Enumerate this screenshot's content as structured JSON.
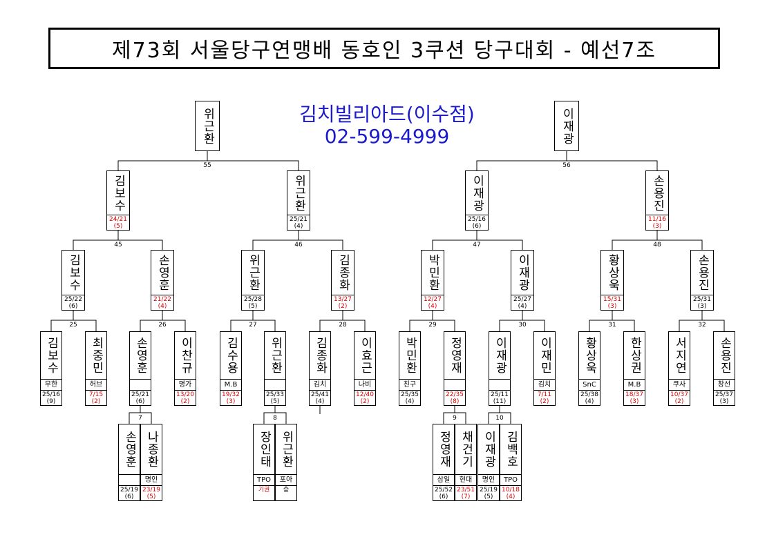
{
  "title": "제73회 서울당구연맹배 동호인 3쿠션 당구대회 - 예선7조",
  "sponsor": {
    "name": "김치빌리아드(이수점)",
    "phone": "02-599-4999"
  },
  "colors": {
    "sponsor": "#1a1acc",
    "loss_score": "#dd0000"
  },
  "finals": [
    {
      "id": "f1",
      "name": "위근환"
    },
    {
      "id": "f2",
      "name": "이재광"
    }
  ],
  "semis": [
    {
      "id": "s1",
      "name": "김보수",
      "score": "24/21",
      "seed": "(5)",
      "red": true
    },
    {
      "id": "s2",
      "name": "위근환",
      "score": "25/21",
      "seed": "(4)",
      "red": false
    },
    {
      "id": "s3",
      "name": "이재광",
      "score": "25/16",
      "seed": "(6)",
      "red": false
    },
    {
      "id": "s4",
      "name": "손용진",
      "score": "11/16",
      "seed": "(3)",
      "red": true
    }
  ],
  "quarters": [
    {
      "id": "q1",
      "name": "김보수",
      "score": "25/22",
      "seed": "(6)",
      "red": false
    },
    {
      "id": "q2",
      "name": "손영훈",
      "score": "21/22",
      "seed": "(4)",
      "red": true
    },
    {
      "id": "q3",
      "name": "위근환",
      "score": "25/28",
      "seed": "(5)",
      "red": false
    },
    {
      "id": "q4",
      "name": "김종화",
      "score": "13/27",
      "seed": "(2)",
      "red": true
    },
    {
      "id": "q5",
      "name": "박민환",
      "score": "12/27",
      "seed": "(4)",
      "red": true
    },
    {
      "id": "q6",
      "name": "이재광",
      "score": "25/27",
      "seed": "(4)",
      "red": false
    },
    {
      "id": "q7",
      "name": "황상욱",
      "score": "15/31",
      "seed": "(3)",
      "red": true
    },
    {
      "id": "q8",
      "name": "손용진",
      "score": "25/31",
      "seed": "(3)",
      "red": false
    }
  ],
  "round1": [
    {
      "id": "r1",
      "name": "김보수",
      "club": "무한",
      "score": "25/16",
      "seed": "(9)",
      "red": false
    },
    {
      "id": "r2",
      "name": "최중민",
      "club": "허브",
      "score": "7/15",
      "seed": "(2)",
      "red": true
    },
    {
      "id": "r3",
      "name": "손영훈",
      "club": "",
      "score": "25/21",
      "seed": "(6)",
      "red": false
    },
    {
      "id": "r4",
      "name": "이찬규",
      "club": "명가",
      "score": "13/20",
      "seed": "(2)",
      "red": true
    },
    {
      "id": "r5",
      "name": "김수용",
      "club": "M.B",
      "score": "19/32",
      "seed": "(3)",
      "red": true
    },
    {
      "id": "r6",
      "name": "위근환",
      "club": "",
      "score": "25/33",
      "seed": "(5)",
      "red": false
    },
    {
      "id": "r7",
      "name": "김종화",
      "club": "김치",
      "score": "25/41",
      "seed": "(4)",
      "red": false
    },
    {
      "id": "r8",
      "name": "이효근",
      "club": "나비",
      "score": "12/40",
      "seed": "(2)",
      "red": true
    },
    {
      "id": "r9",
      "name": "박민환",
      "club": "친구",
      "score": "25/35",
      "seed": "(4)",
      "red": false
    },
    {
      "id": "r10",
      "name": "정영재",
      "club": "",
      "score": "22/35",
      "seed": "(8)",
      "red": true
    },
    {
      "id": "r11",
      "name": "이재광",
      "club": "",
      "score": "25/11",
      "seed": "(11)",
      "red": false
    },
    {
      "id": "r12",
      "name": "이재민",
      "club": "김치",
      "score": "7/11",
      "seed": "(2)",
      "red": true
    },
    {
      "id": "r13",
      "name": "황상욱",
      "club": "SnC",
      "score": "25/38",
      "seed": "(4)",
      "red": false
    },
    {
      "id": "r14",
      "name": "한상권",
      "club": "M.B",
      "score": "18/37",
      "seed": "(3)",
      "red": true
    },
    {
      "id": "r15",
      "name": "서지연",
      "club": "쿠사",
      "score": "10/37",
      "seed": "(2)",
      "red": true
    },
    {
      "id": "r16",
      "name": "손용진",
      "club": "창선",
      "score": "25/37",
      "seed": "(3)",
      "red": false
    }
  ],
  "prelims": [
    {
      "id": "p1",
      "name": "손영훈",
      "club": "",
      "score": "25/19",
      "seed": "(6)",
      "red": false
    },
    {
      "id": "p2",
      "name": "나종환",
      "club": "명인",
      "score": "23/19",
      "seed": "(5)",
      "red": true
    },
    {
      "id": "p3",
      "name": "장인태",
      "club": "TPO",
      "score": "기권",
      "seed": "",
      "red": true
    },
    {
      "id": "p4",
      "name": "위근환",
      "club": "포아",
      "score": "승",
      "seed": "",
      "red": false
    },
    {
      "id": "p5",
      "name": "정영재",
      "club": "삼일",
      "score": "25/52",
      "seed": "(6)",
      "red": false
    },
    {
      "id": "p6",
      "name": "채건기",
      "club": "현대",
      "score": "23/51",
      "seed": "(7)",
      "red": true
    },
    {
      "id": "p7",
      "name": "이재광",
      "club": "명인",
      "score": "25/19",
      "seed": "(5)",
      "red": false
    },
    {
      "id": "p8",
      "name": "김백호",
      "club": "TPO",
      "score": "10/18",
      "seed": "(4)",
      "red": true
    }
  ],
  "match_numbers": [
    {
      "id": "m55",
      "label": "55"
    },
    {
      "id": "m56",
      "label": "56"
    },
    {
      "id": "m45",
      "label": "45"
    },
    {
      "id": "m46",
      "label": "46"
    },
    {
      "id": "m47",
      "label": "47"
    },
    {
      "id": "m48",
      "label": "48"
    },
    {
      "id": "m25",
      "label": "25"
    },
    {
      "id": "m26",
      "label": "26"
    },
    {
      "id": "m27",
      "label": "27"
    },
    {
      "id": "m28",
      "label": "28"
    },
    {
      "id": "m29",
      "label": "29"
    },
    {
      "id": "m30",
      "label": "30"
    },
    {
      "id": "m31",
      "label": "31"
    },
    {
      "id": "m32",
      "label": "32"
    },
    {
      "id": "m7",
      "label": "7"
    },
    {
      "id": "m8",
      "label": "8"
    },
    {
      "id": "m9",
      "label": "9"
    },
    {
      "id": "m10",
      "label": "10"
    }
  ]
}
